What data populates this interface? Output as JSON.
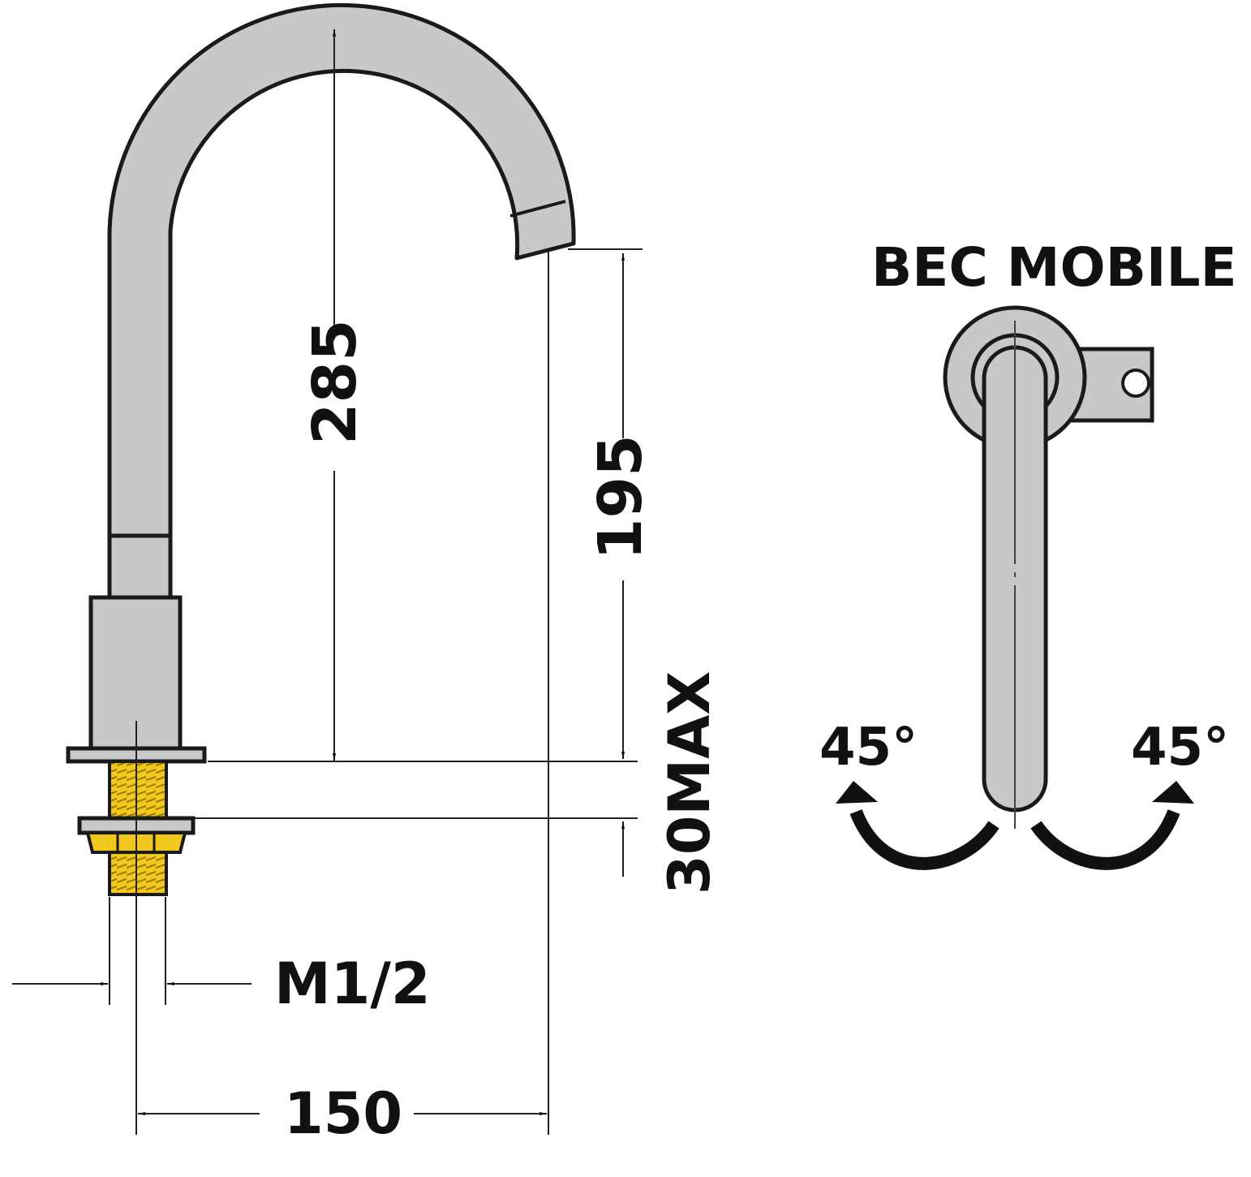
{
  "title": "BEC MOBILE",
  "dimensions": {
    "total_height": "285",
    "spout_height": "195",
    "max_thickness": "30MAX",
    "thread": "M1/2",
    "reach": "150"
  },
  "rotation": {
    "left_angle": "45°",
    "right_angle": "45°"
  },
  "colors": {
    "body": "#c8c8c8",
    "outline": "#1a1a1a",
    "brass": "#f0c81e",
    "line": "#222222"
  }
}
